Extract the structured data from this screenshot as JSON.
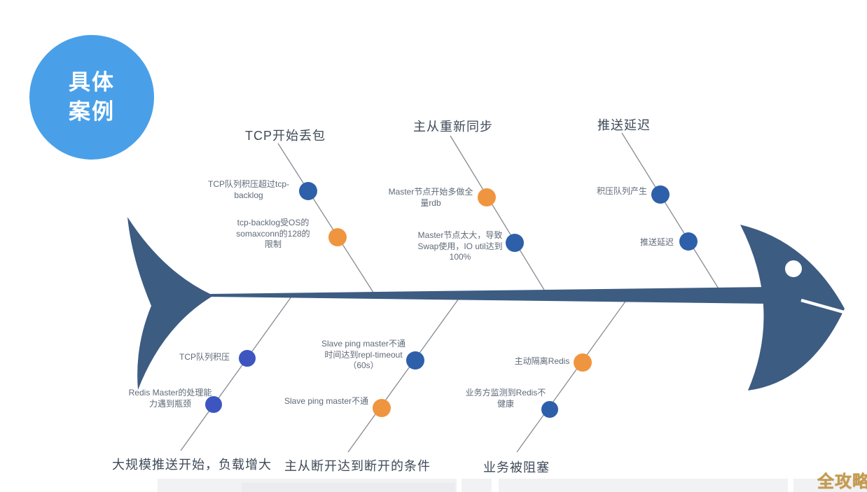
{
  "badge": {
    "line1": "具体",
    "line2": "案例",
    "bg": "#49a0e8"
  },
  "fish": {
    "color": "#3d5c82"
  },
  "branches": {
    "top": [
      {
        "title": "TCP开始丢包",
        "nodes": [
          {
            "label": "TCP队列积压超过tcp-backlog",
            "dot": "#2e5fa9"
          },
          {
            "label": "tcp-backlog受OS的somaxconn的128的限制",
            "dot": "#f0953f"
          }
        ]
      },
      {
        "title": "主从重新同步",
        "nodes": [
          {
            "label": "Master节点开始多做全量rdb",
            "dot": "#f0953f"
          },
          {
            "label": "Master节点太大，导致Swap使用，IO util达到100%",
            "dot": "#2e5fa9"
          }
        ]
      },
      {
        "title": "推送延迟",
        "nodes": [
          {
            "label": "积压队列产生",
            "dot": "#2e5fa9"
          },
          {
            "label": "推送延迟",
            "dot": "#2e5fa9"
          }
        ]
      }
    ],
    "bottom": [
      {
        "title": "大规模推送开始，负载增大",
        "nodes": [
          {
            "label": "TCP队列积压",
            "dot": "#3c55c0"
          },
          {
            "label": "Redis Master的处理能力遇到瓶颈",
            "dot": "#3c55c0"
          }
        ]
      },
      {
        "title": "主从断开达到断开的条件",
        "nodes": [
          {
            "label": "Slave ping master不通 时间达到repl-timeout（60s）",
            "dot": "#2e5fa9"
          },
          {
            "label": "Slave ping master不通",
            "dot": "#f0953f"
          }
        ]
      },
      {
        "title": "业务被阻塞",
        "nodes": [
          {
            "label": "主动隔离Redis",
            "dot": "#f0953f"
          },
          {
            "label": "业务方监测到Redis不健康",
            "dot": "#2e5fa9"
          }
        ]
      }
    ]
  },
  "watermark": {
    "text": "全攻略",
    "color": "#c79b4a"
  }
}
